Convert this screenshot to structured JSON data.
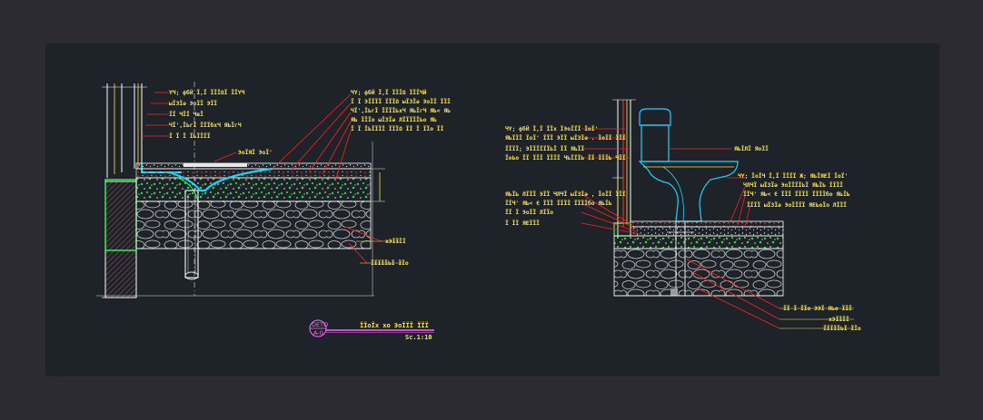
{
  "left_detail": {
    "notes_top_left": [
      "ҮЧ; фбЙ Ї,Ї ЇЇЇΩЇ ЇЇҮЧ",
      "ыЇЗЇә ЭоЇЇ ЭЇЇ",
      "ЇЇ ЧЇЇ ЧвЇ",
      "ЧЇ',ЇЬгЇ ЇЇЇбхЧ ЯЬЇгЧ",
      "Ї Ї Ї ЇЬЇЇЇЇ"
    ],
    "notes_top_right": [
      "ЧҮ; фбЙ Ї,Ї ЇЇЇΩ ЇЇЇЧЙ",
      "Ї Ї ЭЇЇЇЇ ЇЇЇΩ ыЇЗЇә ЭоЇЇ ЇЇЇ",
      "ЧЇ',ЇЬгЇ ЇЇЇЇЬхЧ ЯЬЇгЧ ЯЬ< ЯЬ",
      "ЯЬ ЇЇЇо ыЇЗЇә ЛЇЇЇЇЇЬо ЯЬ",
      "Ї Ї ЇЬЇЇЇЇ ЇЇЇΩ ЇЇ Ї ЇЇо ЇЇ"
    ],
    "floor_drain_label": "ЭоЇЯЇ ЭоЇ'",
    "note_right_1": "хЭЇЇЇЇ",
    "note_right_2": "ЇЇЇЇЇЬЇ ЇЇо",
    "title_tag_top": "DETO",
    "title_tag_bottom": "A-0",
    "title_text": "ЇЇоЇх хо ЭоЇЇЇ ЇЇЇ",
    "scale_text": "Sc.1:10"
  },
  "right_detail": {
    "notes_left": [
      "ЧҮ; фбЙ Ї,Ї ЇЇх ЇЭоЇЇЇ ЇоЇ'",
      "ЯЬЇЇЇ ЇоЇ' ЇЇЇ ЭЇЇ ыЇЗЇә . ЇоЇЇ ЇЇЇ",
      "ЇЇЇЇ; ЭЇЇЇЇЇЇЬЇ ЇЇ ЯЬЇЇ",
      "ЇоЬо ЇЇ ЇЇЇ ЇЇЇЇ ЧЬЇЇЇЬ ЇЇ ЇЇЇЬ ЧЇЇ"
    ],
    "notes_left_lower": [
      "ЯЬЇЬ ЛЇЇЇ ЭЇЇ ЧЛЧЇ ыЇЗЇә , ЇоЇЇ ЇЇЇ",
      "ЇЇЧ' ЯЬ< Є ЇЇЇ ЇЇЇЇ ЇЇЇЇбо ЯЬЇЬ",
      "ЇЇ Ї ЭоЇЇ ЛЇЇо",
      "Ї ЇЇ ЯЕЇЇЇ"
    ],
    "wc_label": "ЯЬЇЛЇ ЯоЇЇ",
    "notes_right": [
      "ЧҮ; ЇоЇЧ Ї,Ї ЇЇЇЇ Ж; ЯЬЇЯЕЇ ЇоЇ'",
      "ЧЛЧЇ ыЇЗЇә ЭоЇЇЇЇЬЇ ЯЬЇЬ ЇЇЇЇ",
      "ЇЇЧ' ЯЬ< Є ЇЇЇ ЇЇЇЇ ЇЇЇЇбо ЯЬЇЬ",
      "ЇЇЇЇ ыЇЗЇә ЭоЇЇЇЇ ЯЕЬоЇо ЛЇЇЇ"
    ],
    "notes_bottom": [
      "ЇЇ Ї ЇЇо ЭЭЇ ЯЬо ЇЇЇ",
      "хЭЇЇЇЇ",
      "ЇЇЇЇЇЬЇ ЇЇо"
    ]
  },
  "colors": {
    "annotation": "#ffe640",
    "leader": "#ff2020",
    "wall": "#ffffff",
    "waterproof": "#19d4ff",
    "mortar": "#33ff4a",
    "pipe": "#e8e8e8",
    "tag": "#ff66ff"
  }
}
